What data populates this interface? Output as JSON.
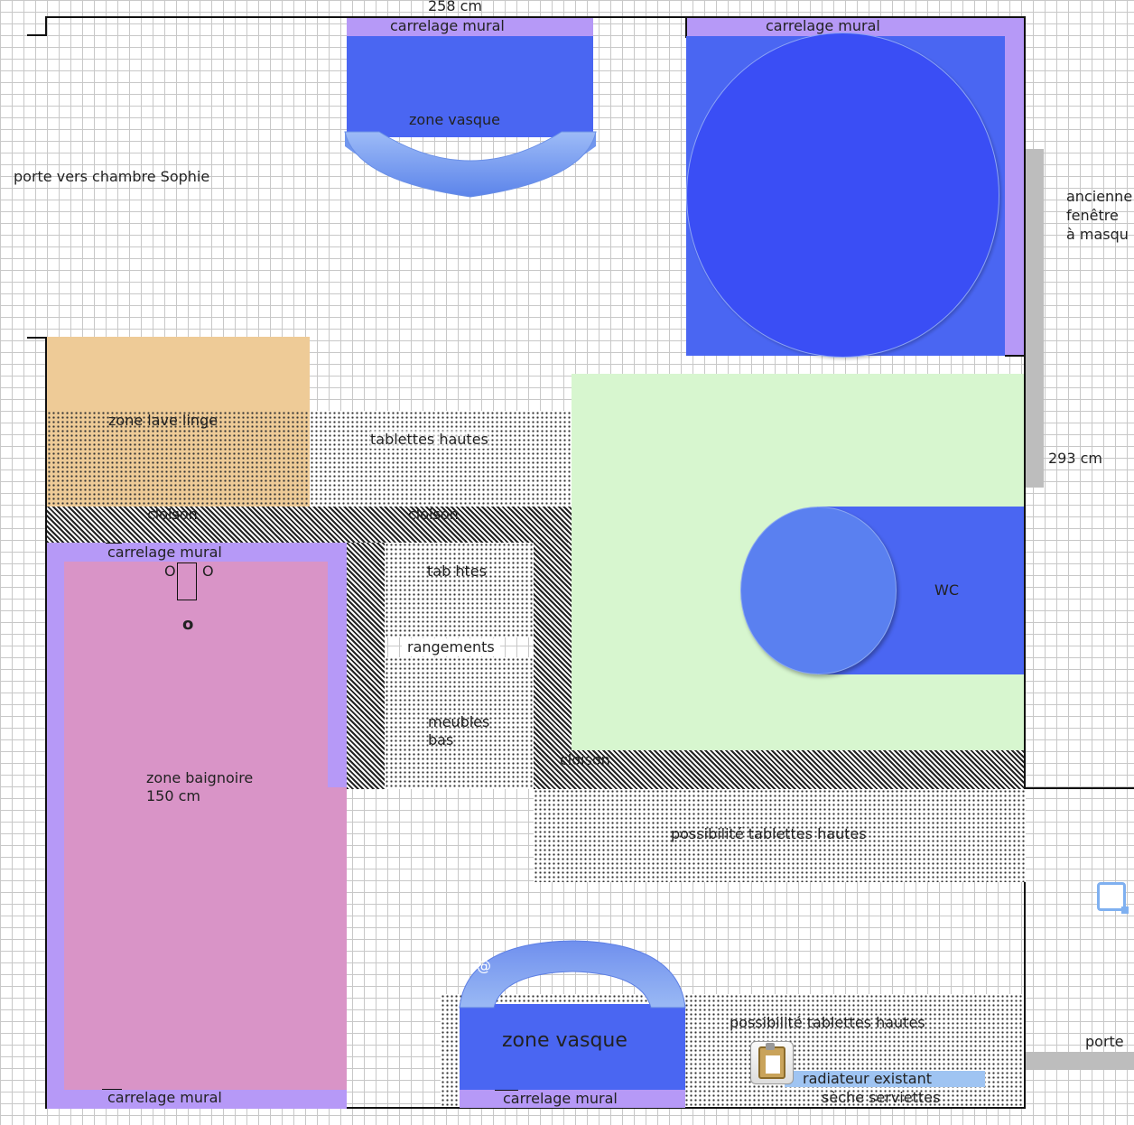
{
  "title": "258 cm",
  "dimensions": {
    "width": "258 cm",
    "height": "293 cm"
  },
  "labels": {
    "carrelage_top_left": "carrelage mural",
    "carrelage_top_right": "carrelage mural",
    "zone_vasque_top": "zone vasque",
    "porte_sophie": "porte vers chambre Sophie",
    "ancienne_fenetre": "ancienne\nfenêtre\nà masqu",
    "zone_lave_linge": "zone lave linge",
    "tablettes_hautes": "tablettes hautes",
    "cloison_1": "cloison",
    "cloison_2": "cloison",
    "cloison_3": "cloison",
    "carrelage_bath_top": "carrelage mural",
    "tap_left": "O",
    "tap_right": "O",
    "drain": "o",
    "tab_htes": "tab htes",
    "rangements": "rangements",
    "meubles_bas": "meubles\nbas",
    "wc": "WC",
    "zone_baignoire": "zone baignoire\n150 cm",
    "possibilite_1": "possibilité tablettes hautes",
    "possibilite_2": "possibilité tablettes hautes",
    "zone_vasque_bottom": "zone vasque",
    "radiateur": "radiateur existant",
    "seche": "sèche serviettes",
    "carrelage_bottom_left": "carrelage mural",
    "carrelage_bottom_mid": "carrelage mural",
    "porte": "porte",
    "at_sign": "@"
  },
  "colors": {
    "tile": "#b699f7",
    "fixture_blue": "#4a66f2",
    "wc_zone": "#d7f6cf",
    "laundry": "#eecb97",
    "bathtub": "#d994c7",
    "radiator": "#9fc4f2"
  }
}
